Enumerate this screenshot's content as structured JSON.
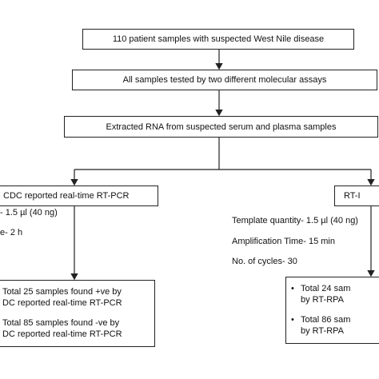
{
  "flow": {
    "step1": "110 patient samples with suspected West Nile disease",
    "step2": "All samples tested by two different molecular assays",
    "step3": "Extracted RNA from suspected serum and plasma samples",
    "left": {
      "title": "CDC reported real-time RT-PCR",
      "param_quantity": "- 1.5 µl (40 ng)",
      "param_time": "e- 2 h",
      "result_positive_line1": "Total  25  samples  found  +ve  by",
      "result_positive_line2": "DC reported real-time RT-PCR",
      "result_negative_line1": "Total  85  samples  found  -ve  by",
      "result_negative_line2": "DC reported real-time RT-PCR"
    },
    "right": {
      "title": "RT-I",
      "param_quantity": "Template quantity- 1.5 µl (40 ng)",
      "param_time": "Amplification Time- 15 min",
      "param_cycles": "No. of  cycles- 30",
      "result_positive_line1": "Total 24 sam",
      "result_positive_line2": "by RT-RPA",
      "result_negative_line1": "Total 86 sam",
      "result_negative_line2": "by RT-RPA"
    }
  },
  "colors": {
    "line": "#222222",
    "text": "#111111",
    "background": "#ffffff"
  }
}
